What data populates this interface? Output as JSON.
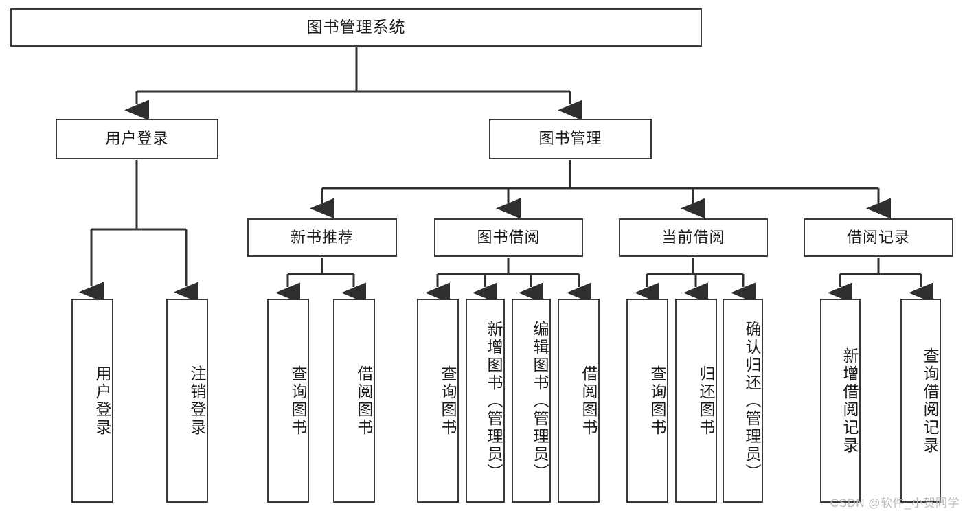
{
  "diagram": {
    "title": "图书管理系统",
    "stroke_color": "#3a3a3a",
    "fill_color": "#ffffff",
    "text_color": "#1b1b1b",
    "root": {
      "label": "图书管理系统"
    },
    "level2": [
      {
        "label": "用户登录"
      },
      {
        "label": "图书管理"
      }
    ],
    "level3": [
      {
        "label": "新书推荐"
      },
      {
        "label": "图书借阅"
      },
      {
        "label": "当前借阅"
      },
      {
        "label": "借阅记录"
      }
    ],
    "leaves": [
      {
        "label": "用户登录"
      },
      {
        "label": "注销登录"
      },
      {
        "label": "查询图书"
      },
      {
        "label": "借阅图书"
      },
      {
        "label": "查询图书"
      },
      {
        "label": "新增图书（管理员）"
      },
      {
        "label": "编辑图书（管理员）"
      },
      {
        "label": "借阅图书"
      },
      {
        "label": "查询图书"
      },
      {
        "label": "归还图书"
      },
      {
        "label": "确认归还（管理员）"
      },
      {
        "label": "新增借阅记录"
      },
      {
        "label": "查询借阅记录"
      }
    ]
  },
  "watermark": {
    "text": "CSDN @软件_小贺同学"
  }
}
